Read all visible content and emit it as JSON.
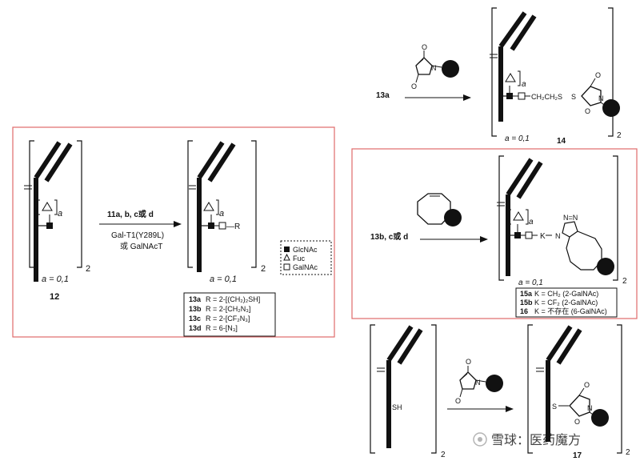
{
  "left_scheme": {
    "sub_a": "a",
    "a_note": "a = 0,1",
    "bracket_sub": "2",
    "compound_12": "12",
    "arrow_reagents_line1": "11a, b, c或 d",
    "arrow_reagents_line2": "Gal-T1(Y289L)",
    "arrow_reagents_line3": "或 GalNAcT",
    "product_R": "—R",
    "legend": {
      "glcnac": "GlcNAc",
      "fuc": "Fuc",
      "galnac": "GalNAc"
    },
    "product_table": [
      {
        "id": "13a",
        "text": "R = 2-[(CH₂)₂SH]"
      },
      {
        "id": "13b",
        "text": "R = 2-[CH₂N₃]"
      },
      {
        "id": "13c",
        "text": "R = 2-[CF₂N₃]"
      },
      {
        "id": "13d",
        "text": "R = 6-[N₃]"
      }
    ]
  },
  "top_right_scheme": {
    "reactant": "13a",
    "maleimide_o": "O",
    "maleimide_n": "N",
    "linker": "CH₂CH₂S",
    "a_note": "a = 0,1",
    "product": "14",
    "bracket_sub": "2"
  },
  "middle_right_scheme": {
    "reactants": "13b, c或 d",
    "k_label": "K",
    "triazole_n": "N",
    "triazole_nn": "N=N",
    "a_note": "a = 0,1",
    "bracket_sub": "2",
    "product_table": [
      {
        "id": "15a",
        "text": "K = CH₂ (2-GalNAc)"
      },
      {
        "id": "15b",
        "text": "K = CF₂ (2-GalNAc)"
      },
      {
        "id": "16",
        "text": "K = 不存在 (6-GalNAc)"
      }
    ]
  },
  "bottom_right_scheme": {
    "sh_label": "SH",
    "s_label": "S",
    "maleimide_o": "O",
    "maleimide_n": "N",
    "bracket_sub": "2",
    "product": "17"
  },
  "watermark": "雪球：医药魔方"
}
